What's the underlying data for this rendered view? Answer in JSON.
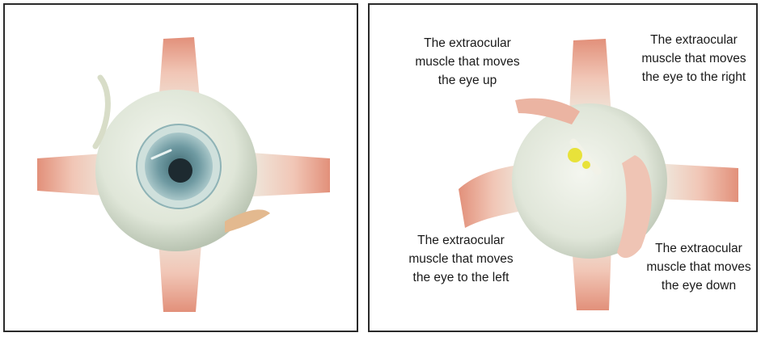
{
  "colors": {
    "border": "#2a2a2a",
    "eyeball": "#dfe6d8",
    "muscle_tip": "#e89a80",
    "iris": "#6f9aa2",
    "pupil": "#1d2a30",
    "lens_highlight": "#e8e23a"
  },
  "left_panel": {},
  "right_panel": {
    "labels": {
      "up": "The extraocular muscle that moves the eye up",
      "right": "The extraocular muscle that moves the eye to the right",
      "left": "The extraocular muscle that moves the eye to the left",
      "down": "The extraocular muscle that moves the eye down"
    }
  }
}
